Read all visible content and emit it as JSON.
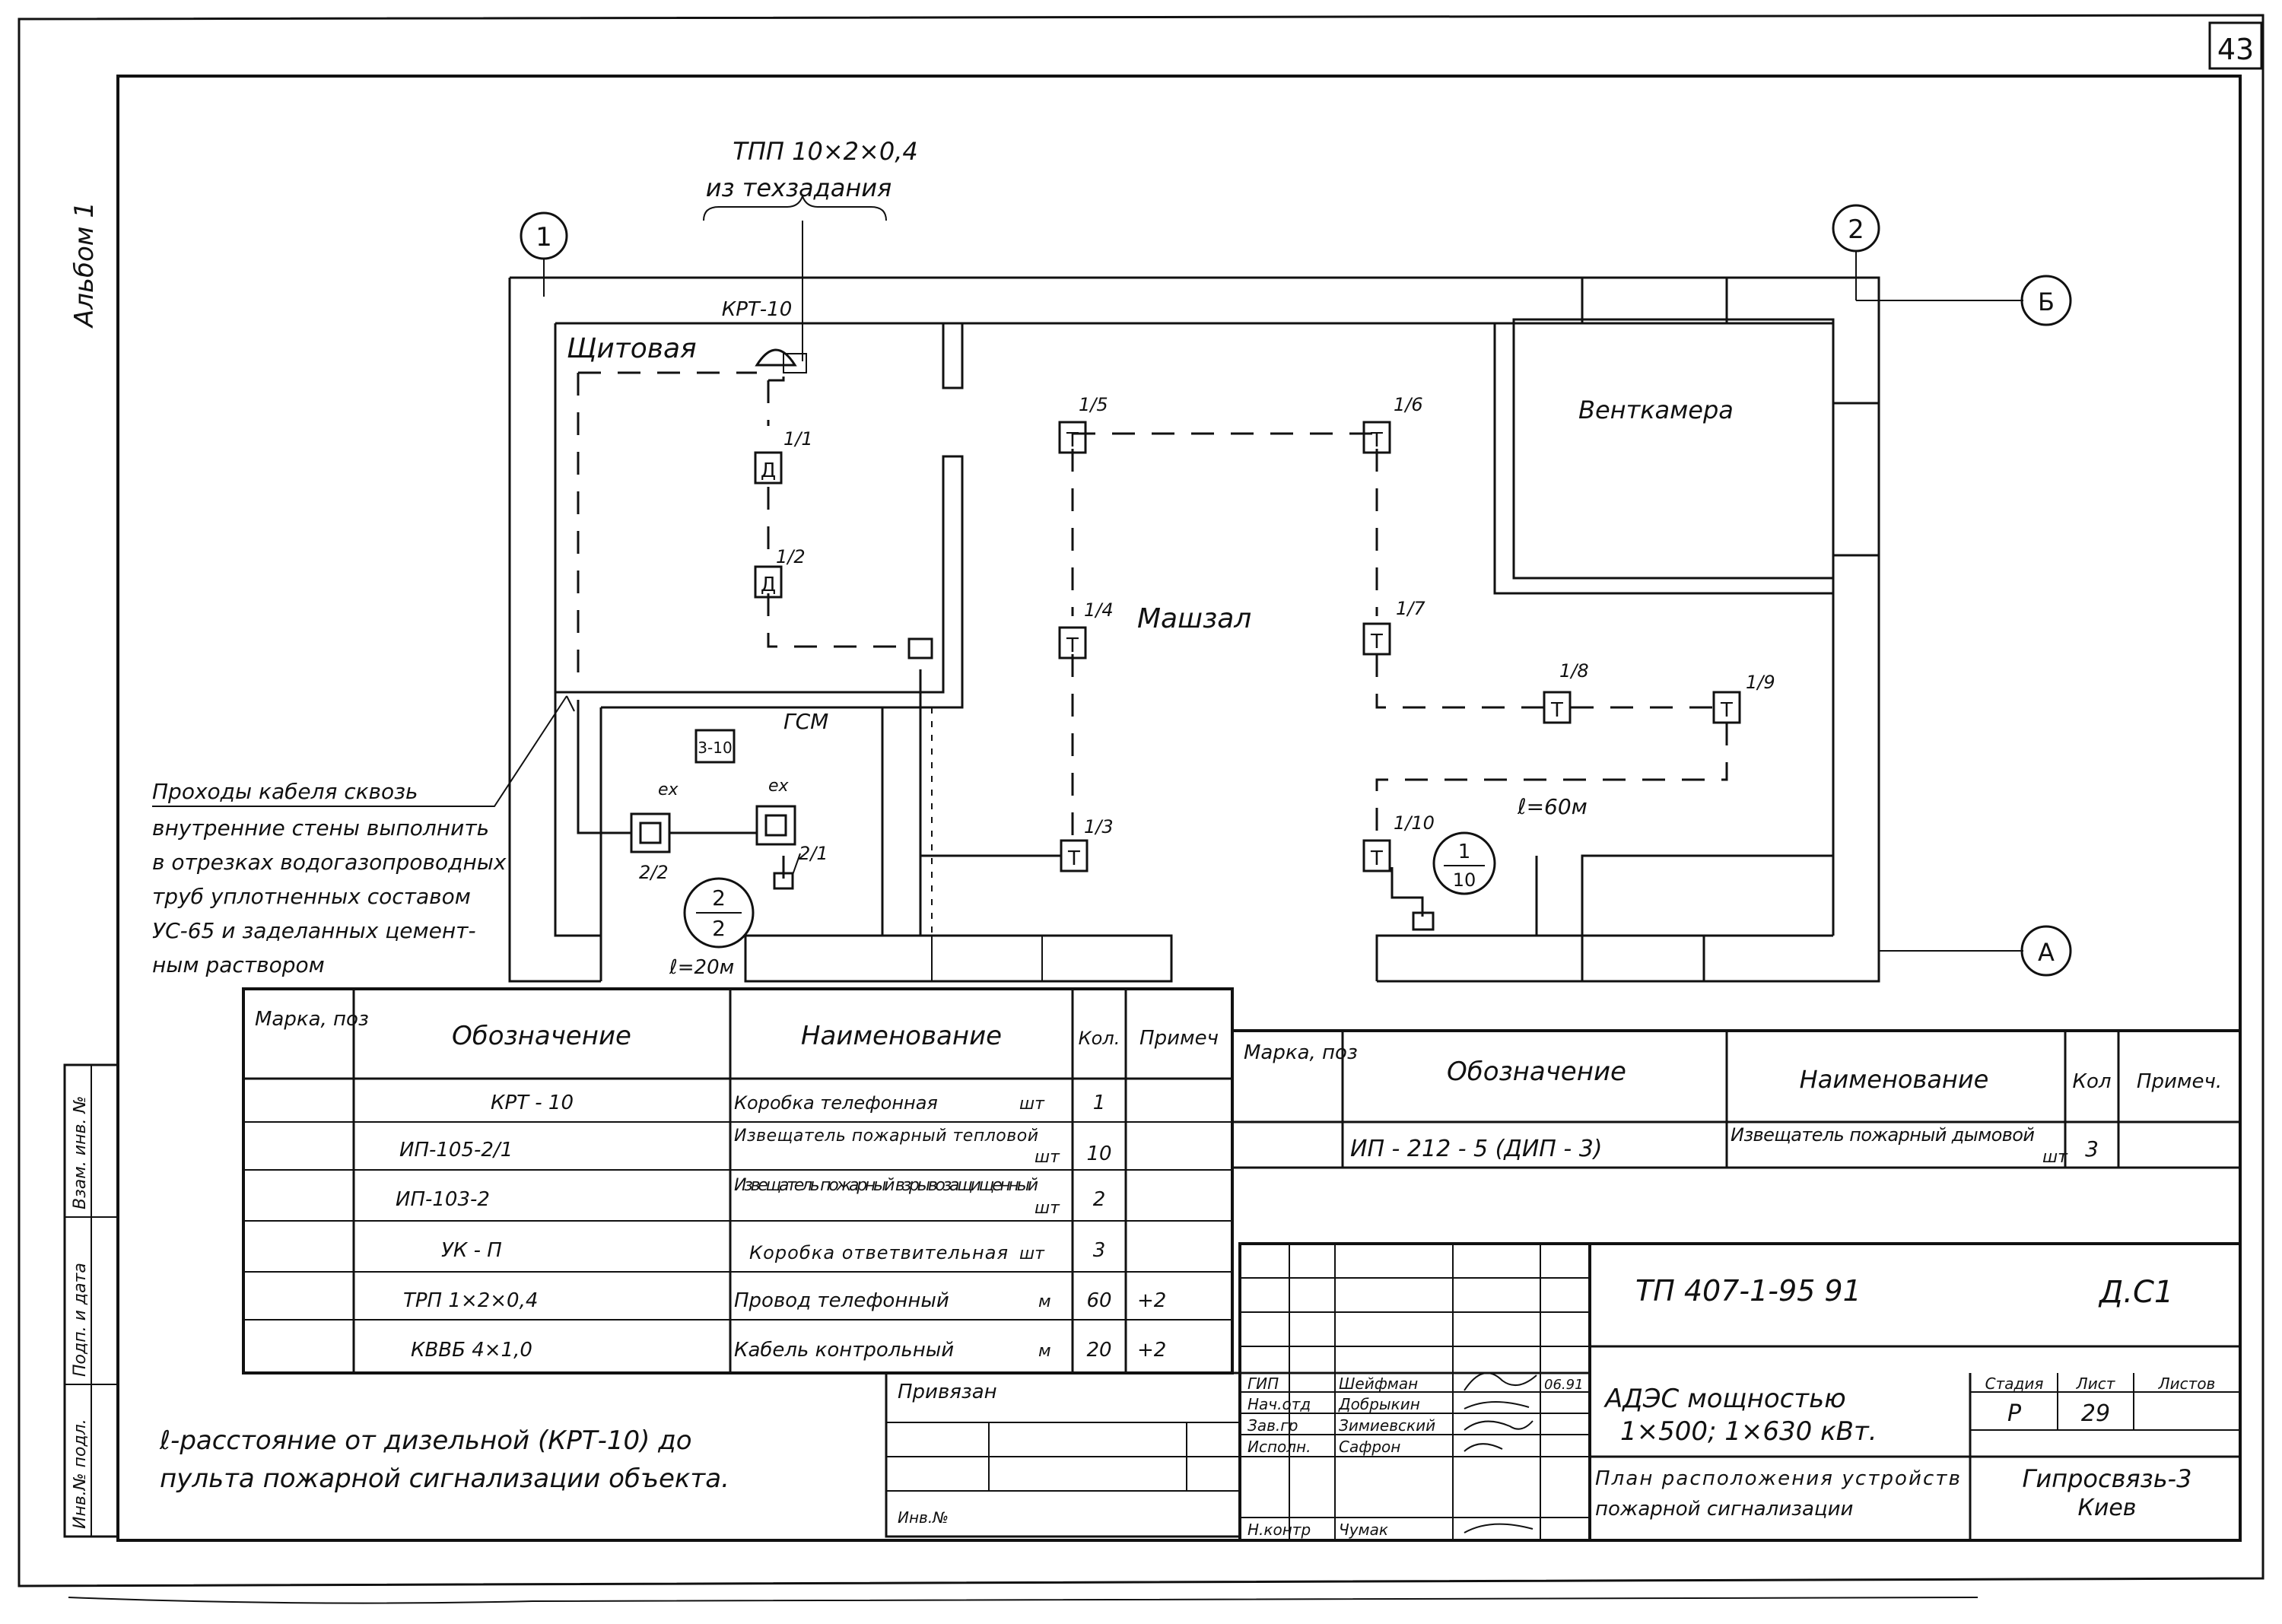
{
  "page_number": "43",
  "album_label": "Альбом 1",
  "side_stamp": {
    "inv_podl": "Инв.№ подл.",
    "podp_data": "Подп. и дата",
    "vzam_inv": "Взам. инв. №"
  },
  "plan": {
    "top_cable": "ТПП 10×2×0,4",
    "top_cable_note": "из техзадания",
    "axis_1": "1",
    "axis_2": "2",
    "axis_b": "Б",
    "axis_a": "А",
    "room_shitovaya": "Щитовая",
    "room_mashzal": "Машзал",
    "room_ventkamera": "Венткамера",
    "room_gsm": "ГСМ",
    "krt": "КРТ-10",
    "label_1_1": "1/1",
    "label_1_2": "1/2",
    "label_1_3": "1/3",
    "label_1_4": "1/4",
    "label_1_5": "1/5",
    "label_1_6": "1/6",
    "label_1_7": "1/7",
    "label_1_8": "1/8",
    "label_1_9": "1/9",
    "label_1_10": "1/10",
    "label_2_1": "2/1",
    "label_2_2": "2/2",
    "ex_1": "ex",
    "ex_2": "ex",
    "box_310": "3-10",
    "l_60": "ℓ=60м",
    "l_20": "ℓ=20м",
    "circle_left_top": "2",
    "circle_left_bottom": "2",
    "circle_right_top": "1",
    "circle_right_bottom": "10",
    "note_lines": [
      "Проходы кабеля сквозь",
      "внутренние стены выполнить",
      "в отрезках водогазопроводных",
      "труб уплотненных составом",
      "УС-65 и заделанных цемент-",
      "ным раствором"
    ]
  },
  "table_left": {
    "headers": [
      "Марка, поз",
      "Обозначение",
      "Наименование",
      "Кол.",
      "Примеч"
    ],
    "rows": [
      {
        "mark": "",
        "code": "КРТ - 10",
        "name": "Коробка телефонная",
        "unit": "шт",
        "qty": "1",
        "note": ""
      },
      {
        "mark": "",
        "code": "ИП-105-2/1",
        "name": "Извещатель пожарный тепловой",
        "unit": "шт",
        "qty": "10",
        "note": ""
      },
      {
        "mark": "",
        "code": "ИП-103-2",
        "name": "Извещатель пожарный взрывозащищенный",
        "unit": "шт",
        "qty": "2",
        "note": ""
      },
      {
        "mark": "",
        "code": "УК - П",
        "name": "Коробка ответвительная",
        "unit": "шт",
        "qty": "3",
        "note": ""
      },
      {
        "mark": "",
        "code": "ТРП 1×2×0,4",
        "name": "Провод телефонный",
        "unit": "м",
        "qty": "60",
        "note": "+2"
      },
      {
        "mark": "",
        "code": "КВВБ 4×1,0",
        "name": "Кабель контрольный",
        "unit": "м",
        "qty": "20",
        "note": "+2"
      }
    ]
  },
  "table_right": {
    "headers": [
      "Марка, поз",
      "Обозначение",
      "Наименование",
      "Кол",
      "Примеч."
    ],
    "rows": [
      {
        "mark": "",
        "code": "ИП - 212 - 5 (ДИП - 3)",
        "name": "Извещатель пожарный дымовой",
        "unit": "шт",
        "qty": "3",
        "note": ""
      }
    ]
  },
  "footnote_lines": [
    "ℓ-расстояние от дизельной (КРТ-10) до",
    "пульта пожарной сигнализации объекта."
  ],
  "privyazan": "Привязан",
  "inv_small": "Инв.№",
  "title_block": {
    "doc_code": "ТП 407-1-95 91",
    "sheet_code": "Д.С1",
    "roles": [
      {
        "role": "ГИП",
        "name": "Шейфман"
      },
      {
        "role": "Нач.отд",
        "name": "Добрыкин"
      },
      {
        "role": "Зав.гр",
        "name": "Зимиевский"
      },
      {
        "role": "Исполн.",
        "name": "Сафрон"
      },
      {
        "role": "",
        "name": ""
      },
      {
        "role": "Н.контр",
        "name": "Чумак"
      }
    ],
    "date": "06.91",
    "project_line1": "АДЭС мощностью",
    "project_line2": "1×500; 1×630 кВт.",
    "drawing_line1": "План расположения устройств",
    "drawing_line2": "пожарной сигнализации",
    "stage_header": "Стадия",
    "sheet_header": "Лист",
    "sheets_header": "Листов",
    "stage": "Р",
    "sheet": "29",
    "sheets": "",
    "org_line1": "Гипросвязь-3",
    "org_line2": "Киев"
  }
}
